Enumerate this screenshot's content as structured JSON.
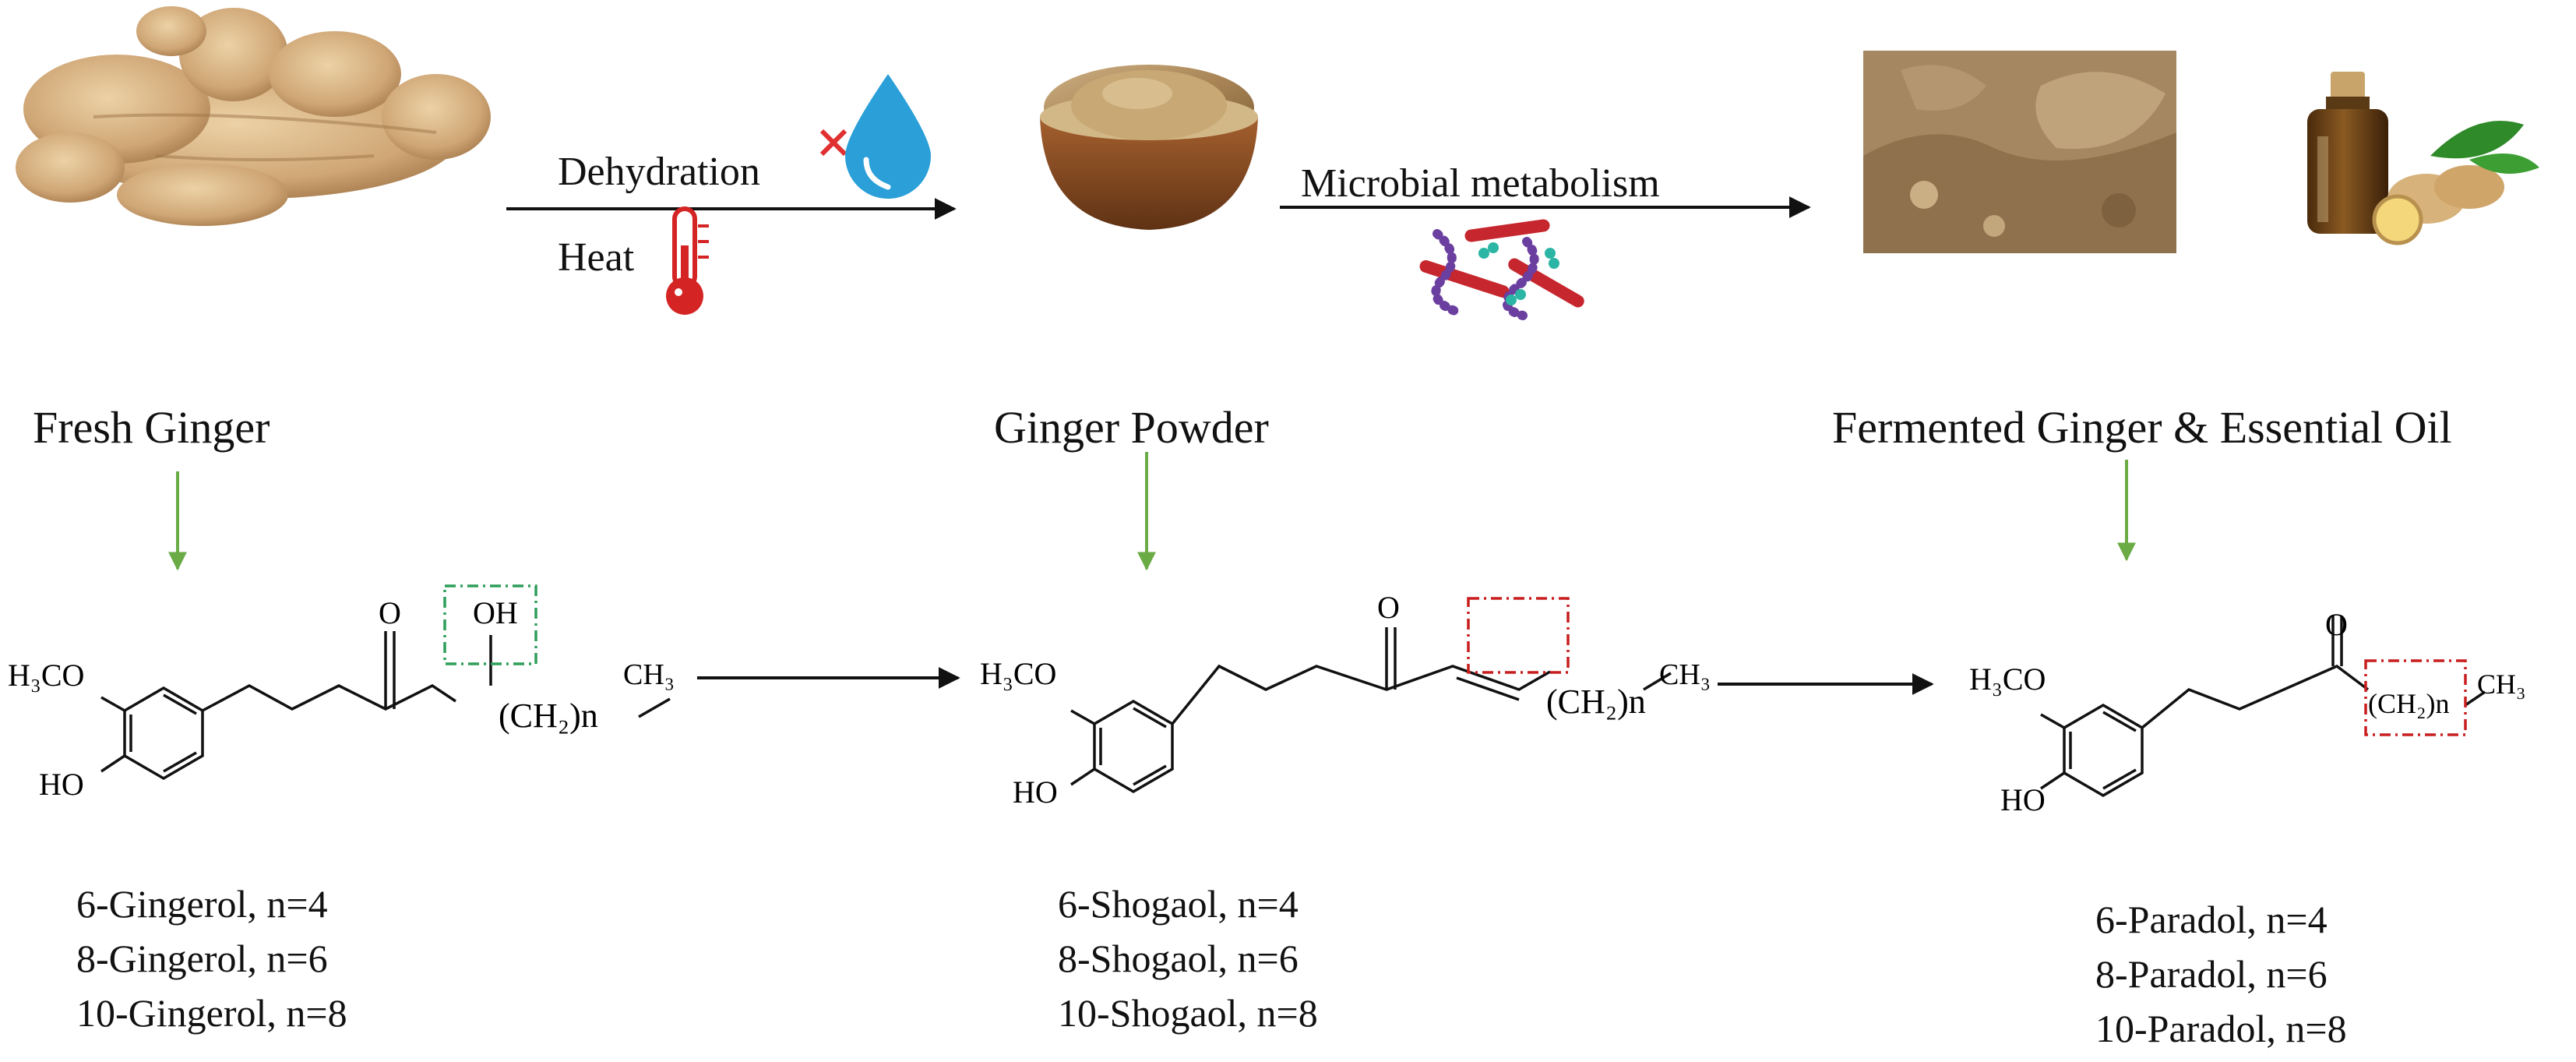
{
  "stages": {
    "fresh": {
      "title": "Fresh Ginger"
    },
    "powder": {
      "title": "Ginger Powder"
    },
    "fermented": {
      "title": "Fermented Ginger & Essential Oil"
    }
  },
  "process": {
    "dehydration": "Dehydration",
    "heat": "Heat",
    "microbial": "Microbial metabolism"
  },
  "structures": {
    "gingerol": {
      "methoxy": "H₃CO",
      "hydroxy": "HO",
      "ketone_o": "O",
      "side_oh": "OH",
      "chain": "(CH₂)n",
      "terminal": "CH₃"
    },
    "shogaol": {
      "methoxy": "H₃CO",
      "hydroxy": "HO",
      "ketone_o": "O",
      "chain": "(CH₂)n",
      "terminal": "CH₃"
    },
    "paradol": {
      "methoxy": "H₃CO",
      "hydroxy": "HO",
      "ketone_o": "O",
      "chain": "(CH₂)n",
      "terminal": "CH₃"
    }
  },
  "compounds": {
    "gingerols": [
      "6-Gingerol,  n=4",
      "8-Gingerol,  n=6",
      "10-Gingerol,  n=8"
    ],
    "shogaols": [
      "6-Shogaol,  n=4",
      "8-Shogaol,  n=6",
      "10-Shogaol,  n=8"
    ],
    "paradols": [
      "6-Paradol,  n=4",
      "8-Paradol,  n=6",
      "10-Paradol,  n=8"
    ]
  },
  "colors": {
    "green_arrow": "#6aab45",
    "black": "#111111",
    "drop": "#2a9fd8",
    "cross": "#e03030",
    "thermo": "#d42424",
    "green_box": "#2e9e5a",
    "red_box": "#c81e1e"
  },
  "icons": [
    "ginger-root-image",
    "water-drop-icon",
    "cross-icon",
    "thermometer-icon",
    "ginger-powder-bowl-image",
    "microbes-icon",
    "fermented-ginger-image",
    "essential-oil-bottle-image"
  ]
}
